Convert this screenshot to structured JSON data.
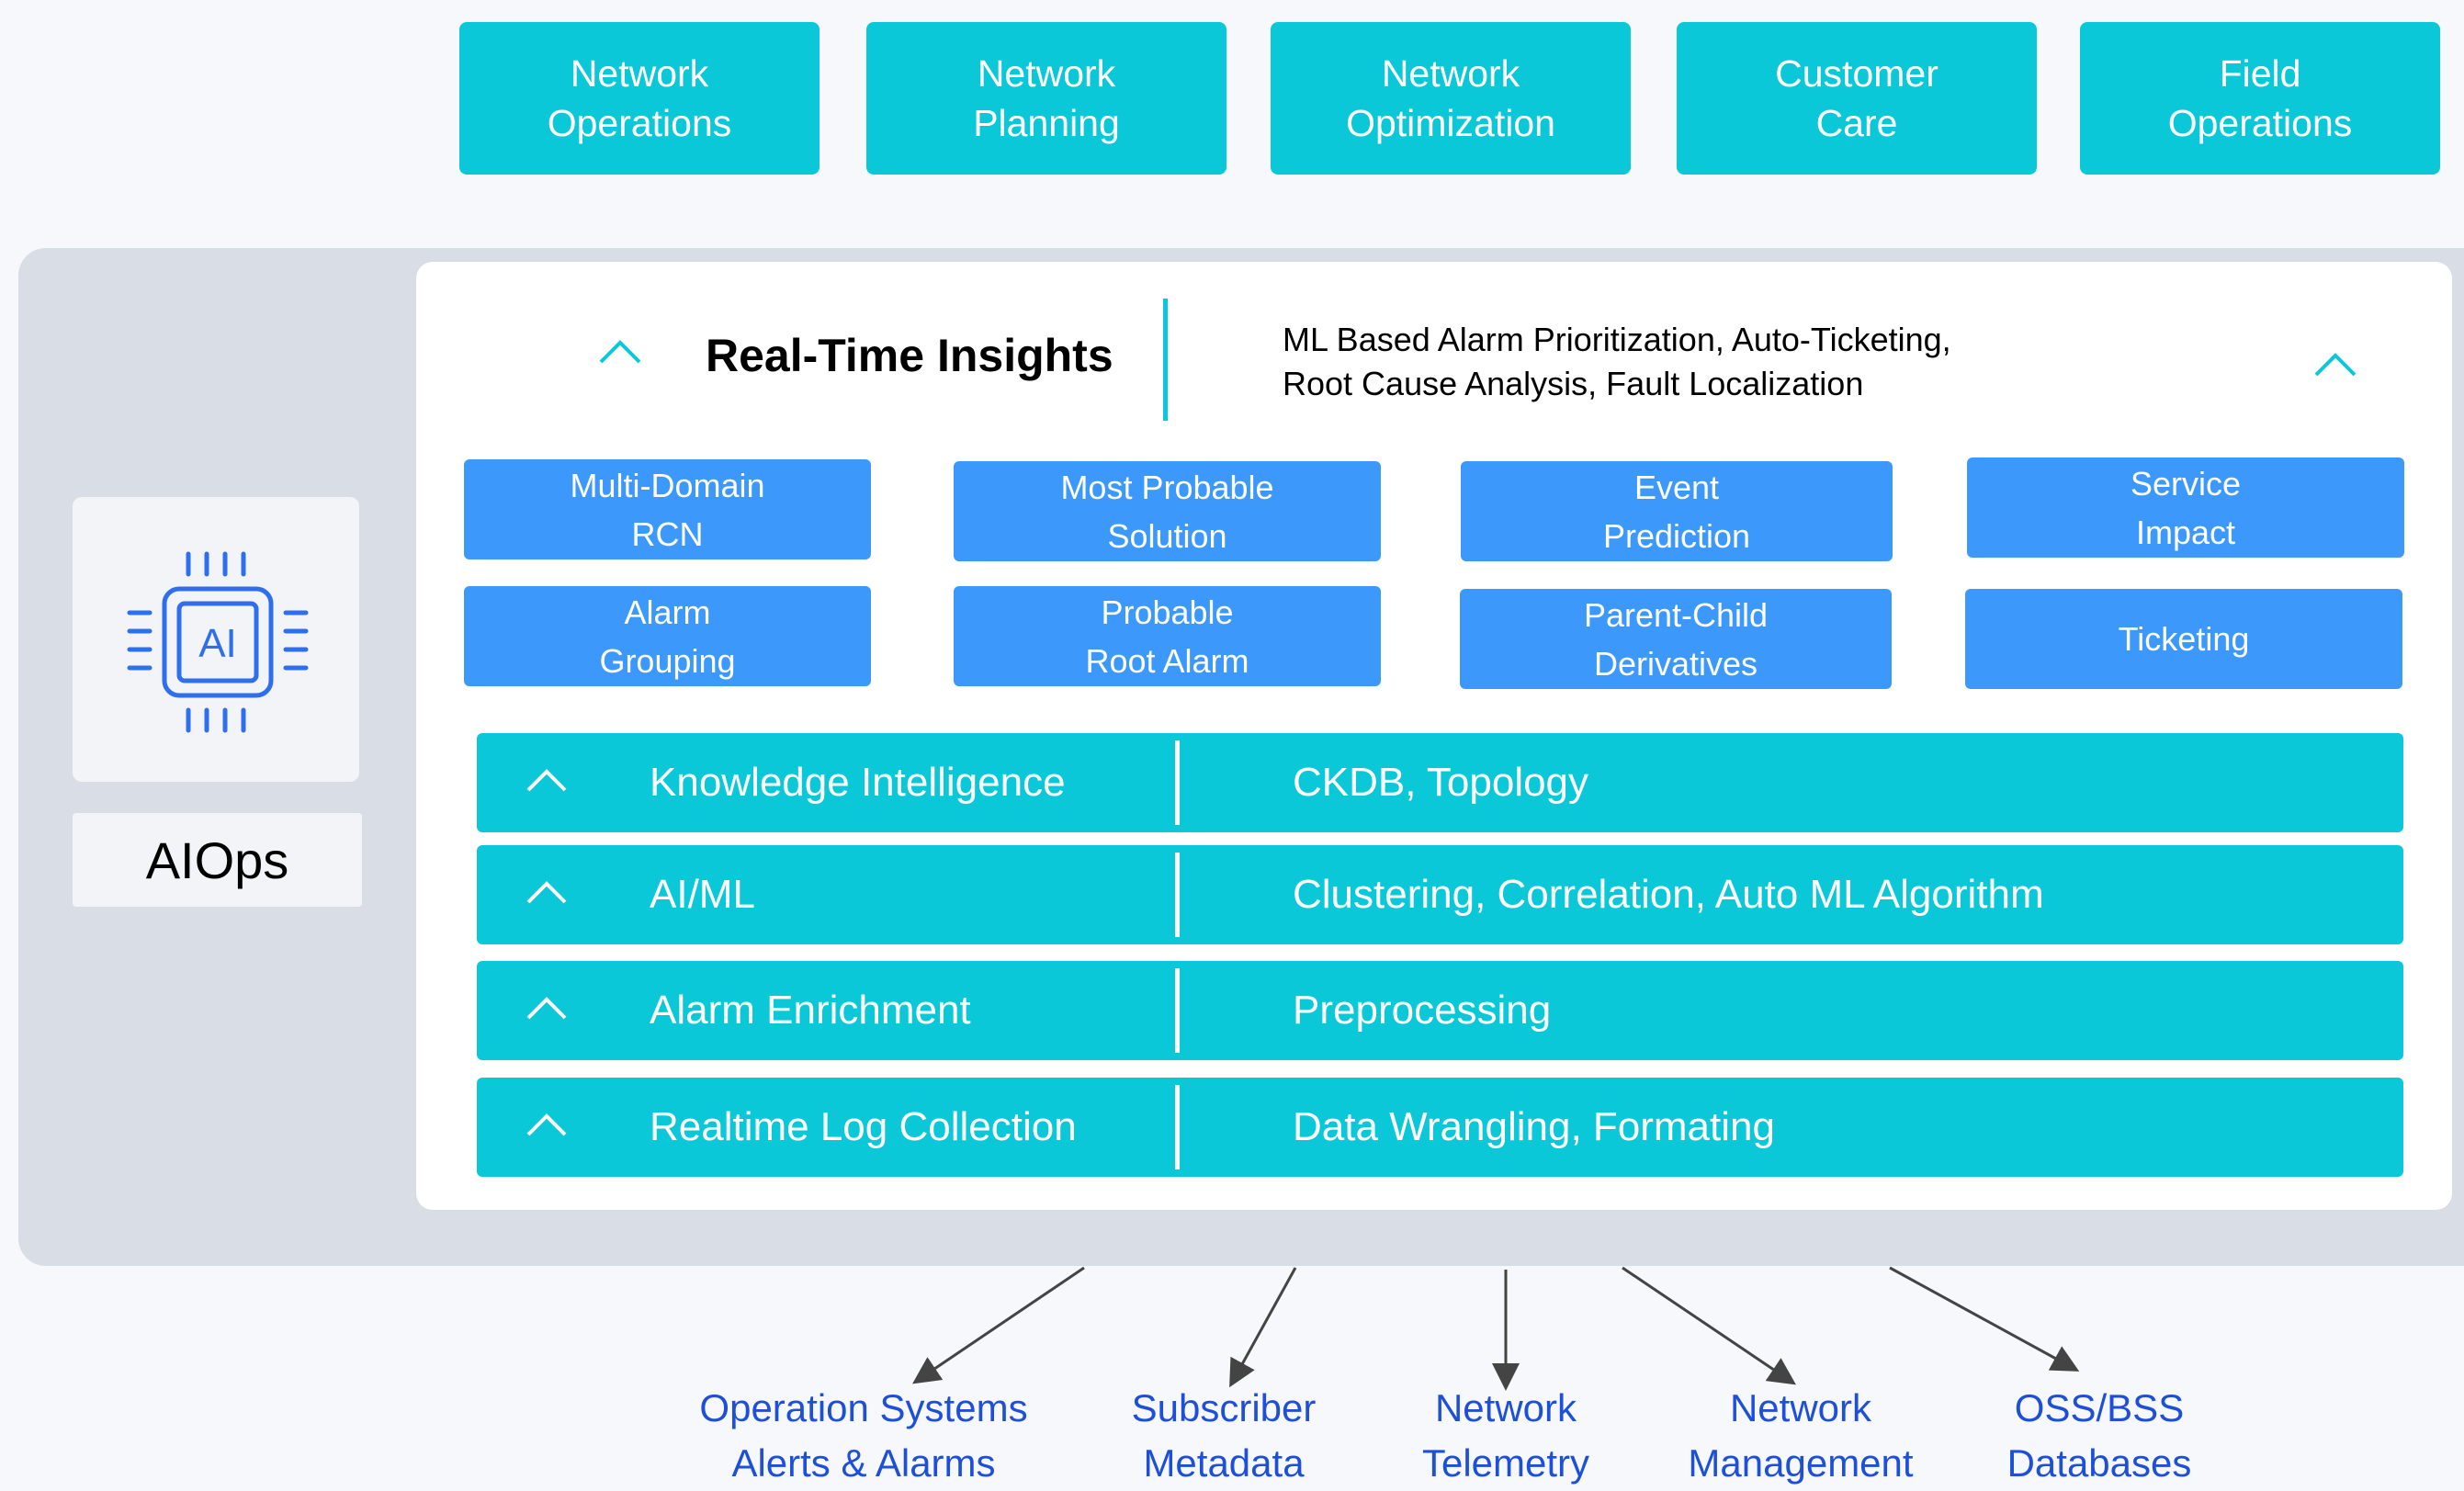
{
  "colors": {
    "teal": "#0bc8d8",
    "blue": "#3c99fb",
    "panel": "#d9dde5",
    "link_blue": "#1d4fd8",
    "chip_icon": "#2f6fed"
  },
  "consumers": [
    {
      "line1": "Network",
      "line2": "Operations"
    },
    {
      "line1": "Network",
      "line2": "Planning"
    },
    {
      "line1": "Network",
      "line2": "Optimization"
    },
    {
      "line1": "Customer",
      "line2": "Care"
    },
    {
      "line1": "Field",
      "line2": "Operations"
    }
  ],
  "aiops": {
    "chip_text": "AI",
    "label": "AIOps",
    "icon": "ai-chip-icon"
  },
  "insights": {
    "title": "Real-Time Insights",
    "desc_line1": "ML Based Alarm Prioritization, Auto-Ticketing,",
    "desc_line2": "Root Cause Analysis, Fault Localization",
    "icon": "chevron-up-icon"
  },
  "capabilities": [
    {
      "line1": "Multi-Domain",
      "line2": "RCN"
    },
    {
      "line1": "Most Probable",
      "line2": "Solution"
    },
    {
      "line1": "Event",
      "line2": "Prediction"
    },
    {
      "line1": "Service",
      "line2": "Impact"
    },
    {
      "line1": "Alarm",
      "line2": "Grouping"
    },
    {
      "line1": "Probable",
      "line2": "Root Alarm"
    },
    {
      "line1": "Parent-Child",
      "line2": "Derivatives"
    },
    {
      "line1": "Ticketing",
      "line2": ""
    }
  ],
  "layers": [
    {
      "name": "Knowledge Intelligence",
      "desc": "CKDB, Topology"
    },
    {
      "name": "AI/ML",
      "desc": "Clustering, Correlation, Auto ML Algorithm"
    },
    {
      "name": "Alarm Enrichment",
      "desc": "Preprocessing"
    },
    {
      "name": "Realtime Log Collection",
      "desc": "Data Wrangling, Formating"
    }
  ],
  "sources": [
    {
      "line1": "Operation Systems",
      "line2": "Alerts & Alarms"
    },
    {
      "line1": "Subscriber",
      "line2": "Metadata"
    },
    {
      "line1": "Network",
      "line2": "Telemetry"
    },
    {
      "line1": "Network",
      "line2": "Management"
    },
    {
      "line1": "OSS/BSS",
      "line2": "Databases"
    }
  ]
}
